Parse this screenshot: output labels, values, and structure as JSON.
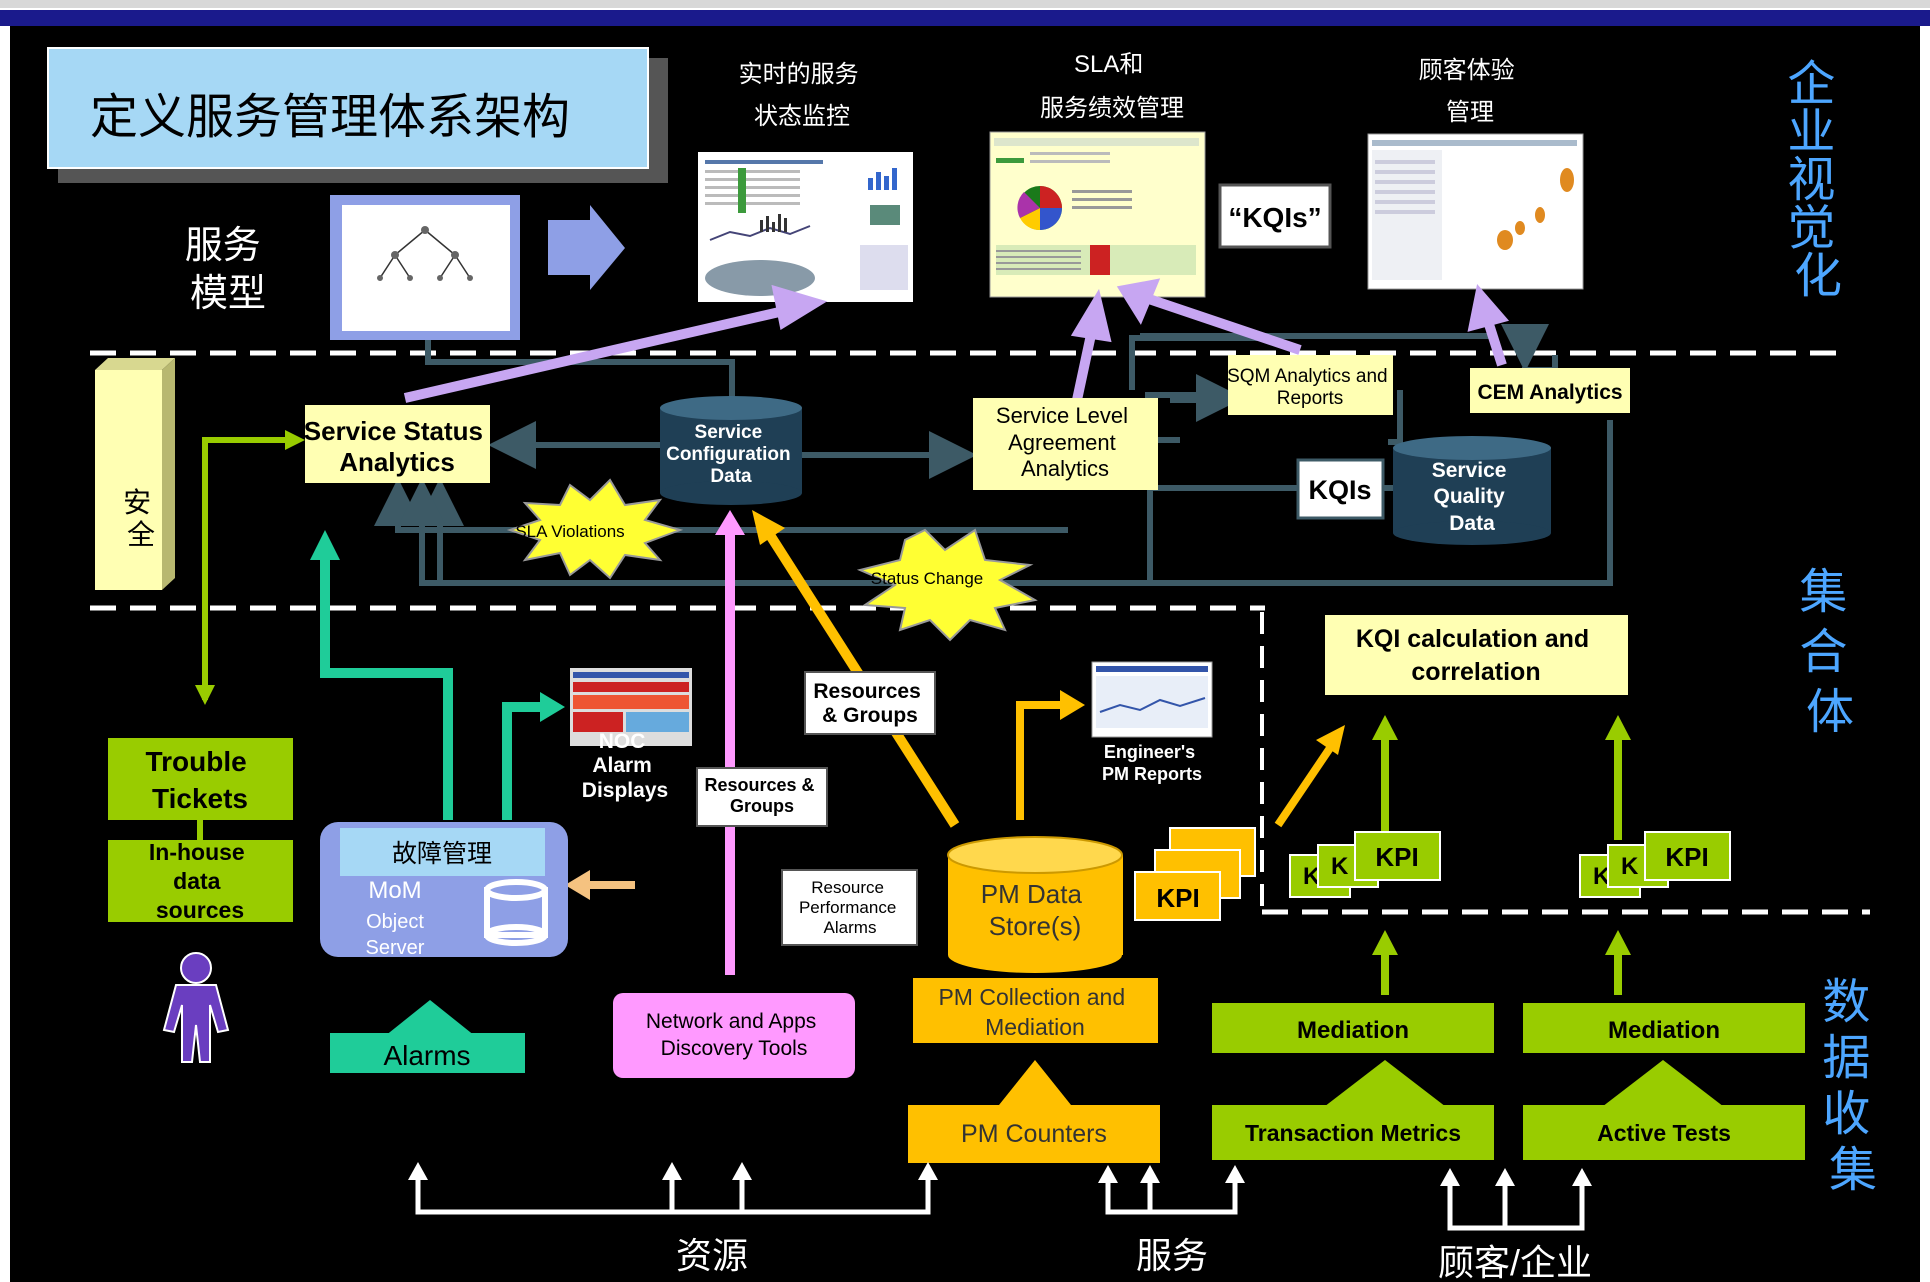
{
  "title": "定义服务管理体系架构",
  "service_model": "服务\n模型",
  "top_labels": {
    "realtime": "实时的服务\n状态监控",
    "sla_perf": "SLA和\n服务绩效管理",
    "cust_exp": "顾客体验\n管理"
  },
  "kqis_quote": "“KQIs”",
  "layers": {
    "enterprise": "企\n业\n视\n觉\n化",
    "aggregate": "集\n合\n体",
    "collect": "数\n据\n收\n集"
  },
  "security": "安\n全",
  "analytics": {
    "service_status": "Service Status\nAnalytics",
    "service_config": "Service\nConfiguration\nData",
    "sla": "Service Level\nAgreement\nAnalytics",
    "sqm": "SQM Analytics and\nReports",
    "cem": "CEM Analytics",
    "kqis": "KQIs",
    "service_quality": "Service\nQuality\nData"
  },
  "bursts": {
    "sla_violations": "SLA Violations",
    "status_change": "Status Change"
  },
  "kqi_calc": "KQI calculation and\ncorrelation",
  "trouble_tickets": "Trouble\nTickets",
  "inhouse": "In-house\ndata\nsources",
  "noc": "NOC\nAlarm\nDisplays",
  "fault": {
    "header": "故障管理",
    "mom": "MoM",
    "object": "Object",
    "server": "Server"
  },
  "alarms": "Alarms",
  "resources_groups_1": "Resources\n& Groups",
  "resources_groups_2": "Resources &\nGroups",
  "rpa": "Resource\nPerformance\nAlarms",
  "pm_store": "PM Data\nStore(s)",
  "engineer_reports": "Engineer's\nPM Reports",
  "kpi": "KPI",
  "kpi_partial_1": "K",
  "kpi_partial_2": "KPI",
  "network_discovery": "Network and Apps\nDiscovery Tools",
  "pm_collection": "PM Collection and\nMediation",
  "pm_counters": "PM Counters",
  "mediation": "Mediation",
  "transaction_metrics": "Transaction Metrics",
  "active_tests": "Active Tests",
  "bottom_labels": {
    "resources": "资源",
    "service": "服务",
    "customer": "顾客/企业"
  },
  "colors": {
    "background": "#000000",
    "header_bar": "#1a1a8c",
    "title_box": "#a6d8f5",
    "pale_yellow": "#ffffb3",
    "green": "#99cc00",
    "orange": "#ffc000",
    "purple": "#c7a6f2",
    "teal": "#1fcc99",
    "pink": "#ff99ff",
    "layer_text": "#4da6ff",
    "db": "#1f3f55"
  },
  "icons": [
    "person-icon",
    "monitor-thumbnail",
    "pie-chart-thumbnail",
    "scatter-chart-thumbnail",
    "tree-diagram-thumbnail",
    "database-icon",
    "arrow-right-icon"
  ]
}
